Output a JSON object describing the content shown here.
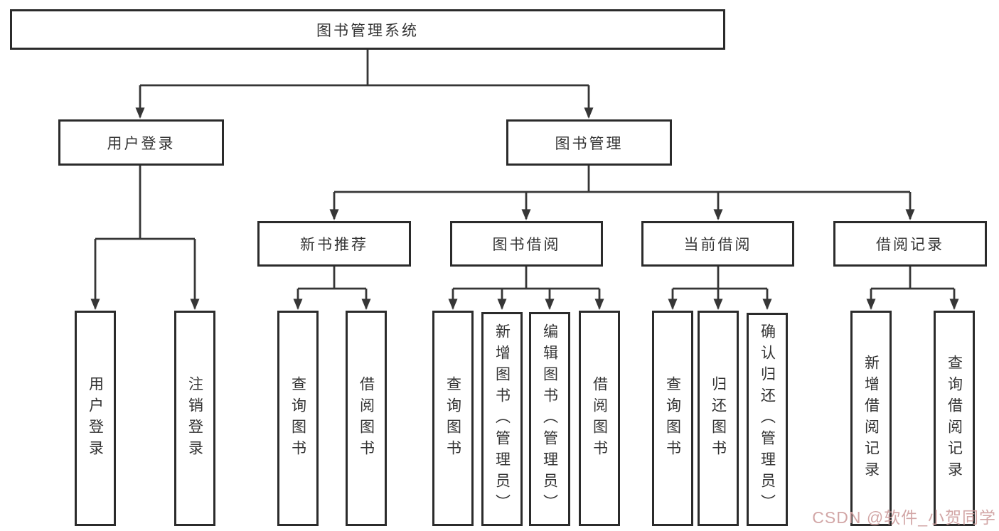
{
  "diagram_title": "图书管理系统",
  "tree": {
    "label": "图书管理系统",
    "children": [
      {
        "label": "用户登录",
        "children": [
          {
            "label": "用户登录"
          },
          {
            "label": "注销登录"
          }
        ]
      },
      {
        "label": "图书管理",
        "children": [
          {
            "label": "新书推荐",
            "children": [
              {
                "label": "查询图书"
              },
              {
                "label": "借阅图书"
              }
            ]
          },
          {
            "label": "图书借阅",
            "children": [
              {
                "label": "查询图书"
              },
              {
                "label": "新增图书（管理员）"
              },
              {
                "label": "编辑图书（管理员）"
              },
              {
                "label": "借阅图书"
              }
            ]
          },
          {
            "label": "当前借阅",
            "children": [
              {
                "label": "查询图书"
              },
              {
                "label": "归还图书"
              },
              {
                "label": "确认归还（管理员）"
              }
            ]
          },
          {
            "label": "借阅记录",
            "children": [
              {
                "label": "新增借阅记录"
              },
              {
                "label": "查询借阅记录"
              }
            ]
          }
        ]
      }
    ]
  },
  "watermark": {
    "text": "CSDN @软件_小贺同学"
  },
  "colors": {
    "box_border": "#2b2b2b",
    "connector": "#363636",
    "text": "#333333",
    "watermark": "#cf9f9f",
    "background": "#ffffff"
  }
}
